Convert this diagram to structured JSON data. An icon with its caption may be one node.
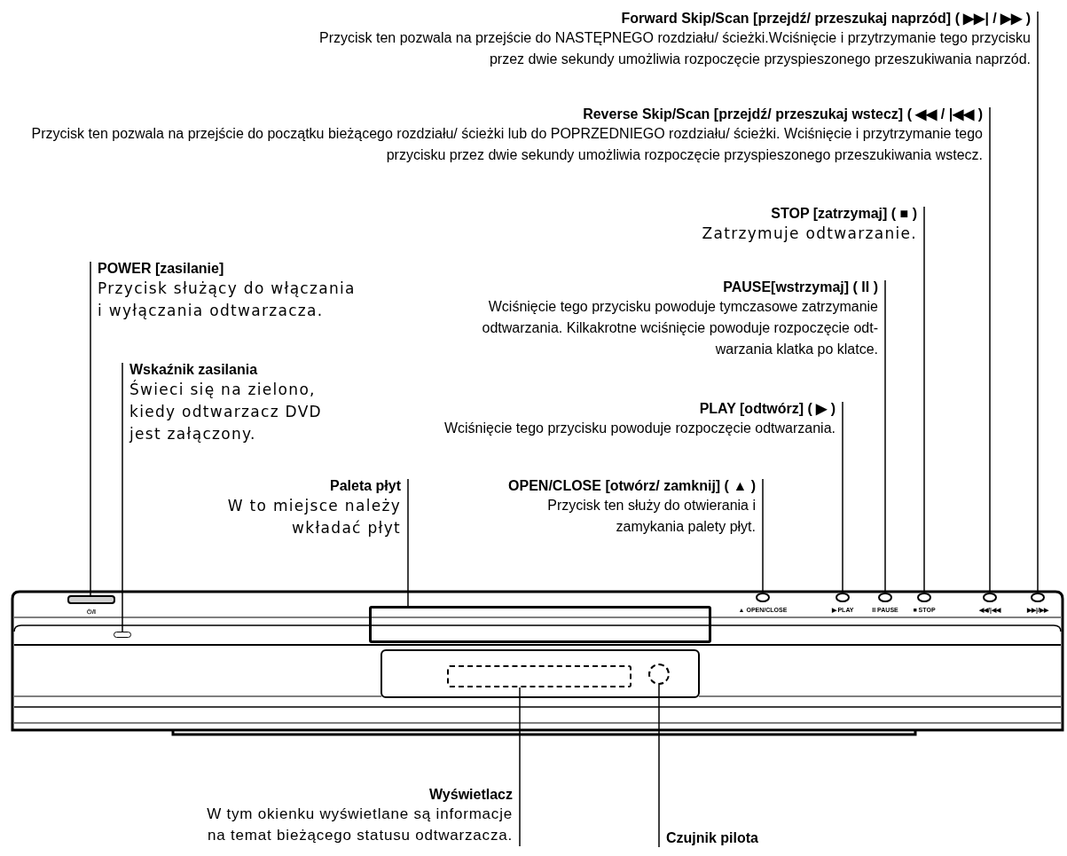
{
  "diagram": {
    "nodes": [
      {
        "text": [
          "Forward Skip/Scan [przejdź/ przeszukaj naprzód] ( ▶▶| / ▶▶ )",
          "Przycisk ten pozwala na przejście do NASTĘPNEGO rozdziału/ ścieżki.Wciśnięcie i przytrzymanie tego przycisku przez dwie sekundy umożliwia rozpoczęcie przyspieszonego przeszukiwania naprzód."
        ]
      },
      {
        "text": [
          "Reverse Skip/Scan [przejdź/ przeszukaj wstecz] ( ◀◀ / |◀◀ )",
          "Przycisk ten pozwala na przejście do początku bieżącego rozdziału/ ścieżki lub do POPRZEDNIEGO rozdziału/ ścieżki. Wciśnięcie i przytrzymanie tego przycisku przez dwie sekundy umożliwia rozpoczęcie przyspieszonego przeszukiwania wstecz."
        ]
      },
      {
        "text": [
          "STOP [zatrzymaj] ( ■ )",
          "Zatrzymuje odtwarzanie."
        ]
      },
      {
        "text": [
          "POWER [zasilanie]",
          "Przycisk służący do włączania i wyłączania odtwarzacza."
        ]
      },
      {
        "text": [
          "PAUSE[wstrzymaj] ( II )",
          "Wciśnięcie tego przycisku powoduje tymczasowe zatrzymanie odtwarzania. Kilkakrotne wciśnięcie powoduje rozpoczęcie odt-warzania klatka po klatce."
        ]
      },
      {
        "text": [
          "Wskaźnik zasilania",
          "Świeci się na zielono, kiedy odtwarzacz DVD jest załączony."
        ]
      },
      {
        "text": [
          "PLAY [odtwórz] ( ▶ )",
          "Wciśnięcie tego przycisku powoduje rozpoczęcie odtwarzania."
        ]
      },
      {
        "text": [
          "Paleta płyt",
          "W to miejsce należy wkładać płyt"
        ]
      },
      {
        "text": [
          "OPEN/CLOSE [otwórz/ zamknij] ( ▲ )",
          "Przycisk ten służy do otwierania i zamykania palety płyt."
        ]
      },
      {
        "text": [],
        "shape": "bar",
        "beside": [
          "⏻/I"
        ]
      },
      {
        "text": [],
        "shape": "box"
      },
      {
        "text": [],
        "shape": "circle",
        "beside": [
          "▲ OPEN/CLOSE"
        ]
      },
      {
        "text": [],
        "shape": "circle",
        "beside": [
          "▶ PLAY"
        ]
      },
      {
        "text": [],
        "shape": "circle",
        "beside": [
          "II PAUSE"
        ]
      },
      {
        "text": [],
        "shape": "circle",
        "beside": [
          "■ STOP"
        ]
      },
      {
        "text": [],
        "shape": "circle",
        "beside": [
          "◀◀/|◀◀"
        ]
      },
      {
        "text": [],
        "shape": "circle",
        "beside": [
          "▶▶|/▶▶"
        ]
      },
      {
        "text": [],
        "shape": "bar"
      },
      {
        "text": [],
        "shape": "box"
      },
      {
        "text": [],
        "shape": "circle"
      },
      {
        "text": [
          "Wyświetlacz",
          "W tym okienku wyświetlane są informacje na temat bieżącego statusu odtwarzacza."
        ]
      },
      {
        "text": [
          "Czujnik pilota"
        ]
      }
    ],
    "edges": [
      {
        "from": 0,
        "to": 16,
        "arrow": "none"
      },
      {
        "from": 1,
        "to": 15,
        "arrow": "none"
      },
      {
        "from": 2,
        "to": 14,
        "arrow": "none"
      },
      {
        "from": 3,
        "to": 9,
        "arrow": "none"
      },
      {
        "from": 4,
        "to": 13,
        "arrow": "none"
      },
      {
        "from": 5,
        "to": 17,
        "arrow": "none"
      },
      {
        "from": 6,
        "to": 12,
        "arrow": "none"
      },
      {
        "from": 7,
        "to": 10,
        "arrow": "none"
      },
      {
        "from": 8,
        "to": 11,
        "arrow": "none"
      },
      {
        "from": 20,
        "to": 18,
        "arrow": "none"
      },
      {
        "from": 21,
        "to": 19,
        "arrow": "none"
      }
    ]
  }
}
